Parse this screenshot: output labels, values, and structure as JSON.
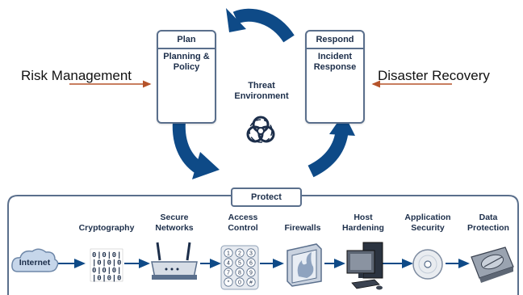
{
  "left_label": "Risk Management",
  "right_label": "Disaster Recovery",
  "plan": {
    "header": "Plan",
    "title": "Planning & Policy"
  },
  "respond": {
    "header": "Respond",
    "title": "Incident Response"
  },
  "center": {
    "line1": "Threat",
    "line2": "Environment"
  },
  "protect": {
    "header": "Protect",
    "start_node": "Internet",
    "categories": [
      {
        "line1": "",
        "line2": "Cryptography"
      },
      {
        "line1": "Secure",
        "line2": "Networks"
      },
      {
        "line1": "Access",
        "line2": "Control"
      },
      {
        "line1": "",
        "line2": "Firewalls"
      },
      {
        "line1": "Host",
        "line2": "Hardening"
      },
      {
        "line1": "Application",
        "line2": "Security"
      },
      {
        "line1": "Data",
        "line2": "Protection"
      }
    ]
  },
  "keypad_keys": [
    "1",
    "2",
    "3",
    "4",
    "5",
    "6",
    "7",
    "8",
    "9",
    "*",
    "0",
    "#"
  ],
  "colors": {
    "arrow": "#0e4a87",
    "outline": "#5a6f8c",
    "side_arrow": "#b5532a",
    "cloud": "#c6d6ea"
  }
}
